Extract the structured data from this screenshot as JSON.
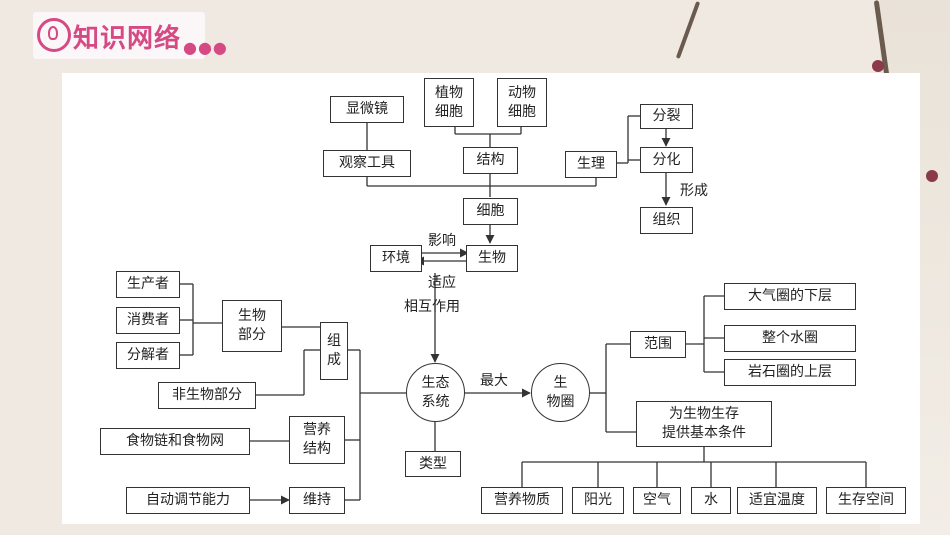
{
  "header": {
    "title": "知识网络"
  },
  "colors": {
    "accent": "#d64a84",
    "line": "#333333"
  },
  "nodes": {
    "microscope": "显微镜",
    "plant_cell": "植物\n细胞",
    "animal_cell": "动物\n细胞",
    "observation_tool": "观察工具",
    "structure": "结构",
    "physiology": "生理",
    "division": "分裂",
    "differentiation": "分化",
    "tissue": "组织",
    "cell": "细胞",
    "environment": "环境",
    "organism": "生物",
    "producer": "生产者",
    "consumer": "消费者",
    "decomposer": "分解者",
    "biotic_part": "生物\n部分",
    "composition": "组\n成",
    "abiotic_part": "非生物部分",
    "food_chain_web": "食物链和食物网",
    "trophic_structure": "营养\n结构",
    "self_regulation": "自动调节能力",
    "maintain": "维持",
    "ecosystem": "生态\n系统",
    "types": "类型",
    "biosphere": "生\n物圈",
    "scope": "范围",
    "lower_atmosphere": "大气圈的下层",
    "hydrosphere": "整个水圈",
    "upper_lithosphere": "岩石圈的上层",
    "basic_conditions": "为生物生存\n提供基本条件",
    "nutrients": "营养物质",
    "sunlight": "阳光",
    "air": "空气",
    "water": "水",
    "temperature": "适宜温度",
    "living_space": "生存空间"
  },
  "labels": {
    "form": "形成",
    "influence": "影响",
    "adapt": "适应",
    "interaction": "相互作用",
    "largest": "最大"
  }
}
